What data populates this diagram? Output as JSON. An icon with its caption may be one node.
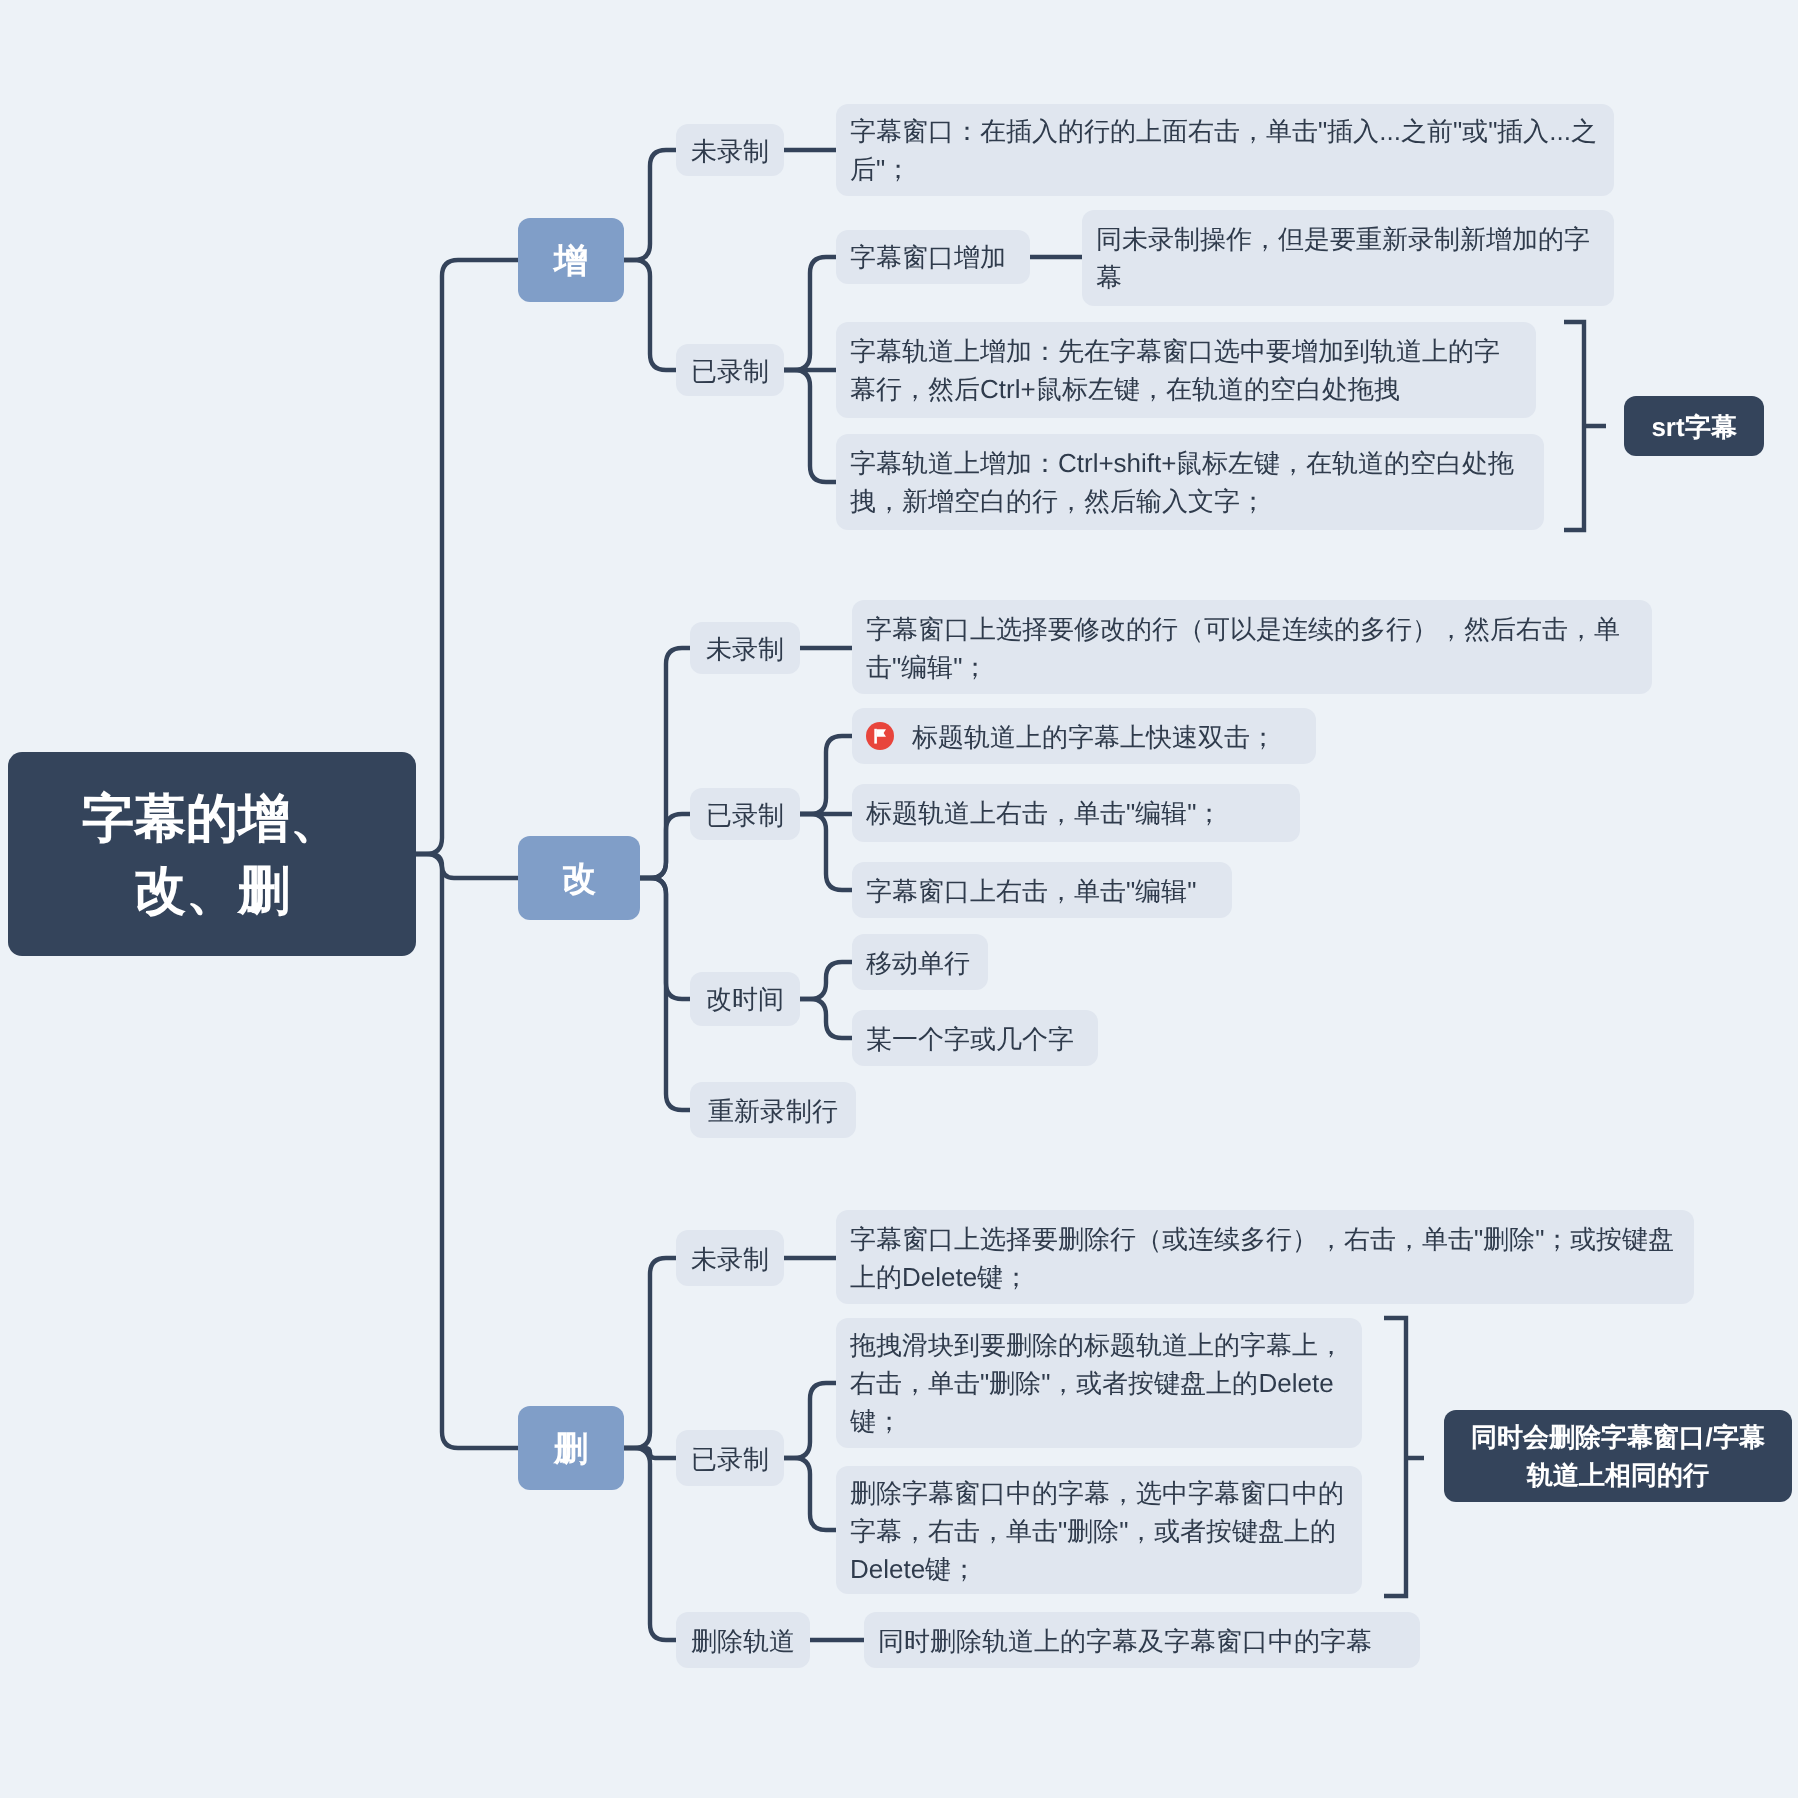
{
  "diagram": {
    "nodes": [
      {
        "text": [
          "字幕的增、改、删"
        ]
      },
      {
        "text": [
          "增"
        ]
      },
      {
        "text": [
          "未录制"
        ]
      },
      {
        "text": [
          "字幕窗口：在插入的行的上面右击，单击\"插入...之前\"或\"插入...之后\"；"
        ]
      },
      {
        "text": [
          "已录制"
        ]
      },
      {
        "text": [
          "字幕窗口增加"
        ]
      },
      {
        "text": [
          "同未录制操作，但是要重新录制新增加的字幕"
        ]
      },
      {
        "text": [
          "字幕轨道上增加：先在字幕窗口选中要增加到轨道上的字幕行，然后Ctrl+鼠标左键，在轨道的空白处拖拽"
        ]
      },
      {
        "text": [
          "字幕轨道上增加：Ctrl+shift+鼠标左键，在轨道的空白处拖拽，新增空白的行，然后输入文字；"
        ]
      },
      {
        "text": [
          "srt字幕"
        ]
      },
      {
        "text": [
          "改"
        ]
      },
      {
        "text": [
          "未录制"
        ]
      },
      {
        "text": [
          "字幕窗口上选择要修改的行（可以是连续的多行），然后右击，单击\"编辑\"；"
        ]
      },
      {
        "text": [
          "已录制"
        ]
      },
      {
        "text": [
          "标题轨道上的字幕上快速双击；"
        ]
      },
      {
        "text": [
          "标题轨道上右击，单击\"编辑\"；"
        ]
      },
      {
        "text": [
          "字幕窗口上右击，单击\"编辑\""
        ]
      },
      {
        "text": [
          "改时间"
        ]
      },
      {
        "text": [
          "移动单行"
        ]
      },
      {
        "text": [
          "某一个字或几个字"
        ]
      },
      {
        "text": [
          "重新录制行"
        ]
      },
      {
        "text": [
          "删"
        ]
      },
      {
        "text": [
          "未录制"
        ]
      },
      {
        "text": [
          "字幕窗口上选择要删除行（或连续多行），右击，单击\"删除\"；或按键盘上的Delete键；"
        ]
      },
      {
        "text": [
          "已录制"
        ]
      },
      {
        "text": [
          "拖拽滑块到要删除的标题轨道上的字幕上，右击，单击\"删除\"，或者按键盘上的Delete键；"
        ]
      },
      {
        "text": [
          "删除字幕窗口中的字幕，选中字幕窗口中的字幕，右击，单击\"删除\"，或者按键盘上的Delete键；"
        ]
      },
      {
        "text": [
          "同时会删除字幕窗口/字幕轨道上相同的行"
        ]
      },
      {
        "text": [
          "删除轨道"
        ]
      },
      {
        "text": [
          "同时删除轨道上的字幕及字幕窗口中的字幕"
        ]
      }
    ],
    "edges": [
      {
        "from": 0,
        "to": 1,
        "arrow": "none"
      },
      {
        "from": 1,
        "to": 2,
        "arrow": "none"
      },
      {
        "from": 2,
        "to": 3,
        "arrow": "none"
      },
      {
        "from": 1,
        "to": 4,
        "arrow": "none"
      },
      {
        "from": 4,
        "to": 5,
        "arrow": "none"
      },
      {
        "from": 5,
        "to": 6,
        "arrow": "none"
      },
      {
        "from": 4,
        "to": 7,
        "arrow": "none"
      },
      {
        "from": 4,
        "to": 8,
        "arrow": "none"
      },
      {
        "from": 0,
        "to": 10,
        "arrow": "none"
      },
      {
        "from": 10,
        "to": 11,
        "arrow": "none"
      },
      {
        "from": 11,
        "to": 12,
        "arrow": "none"
      },
      {
        "from": 10,
        "to": 13,
        "arrow": "none"
      },
      {
        "from": 13,
        "to": 14,
        "arrow": "none"
      },
      {
        "from": 13,
        "to": 15,
        "arrow": "none"
      },
      {
        "from": 13,
        "to": 16,
        "arrow": "none"
      },
      {
        "from": 10,
        "to": 17,
        "arrow": "none"
      },
      {
        "from": 17,
        "to": 18,
        "arrow": "none"
      },
      {
        "from": 17,
        "to": 19,
        "arrow": "none"
      },
      {
        "from": 10,
        "to": 20,
        "arrow": "none"
      },
      {
        "from": 0,
        "to": 21,
        "arrow": "none"
      },
      {
        "from": 21,
        "to": 22,
        "arrow": "none"
      },
      {
        "from": 22,
        "to": 23,
        "arrow": "none"
      },
      {
        "from": 21,
        "to": 24,
        "arrow": "none"
      },
      {
        "from": 24,
        "to": 25,
        "arrow": "none"
      },
      {
        "from": 24,
        "to": 26,
        "arrow": "none"
      },
      {
        "from": 21,
        "to": 28,
        "arrow": "none"
      },
      {
        "from": 28,
        "to": 29,
        "arrow": "none"
      }
    ]
  }
}
